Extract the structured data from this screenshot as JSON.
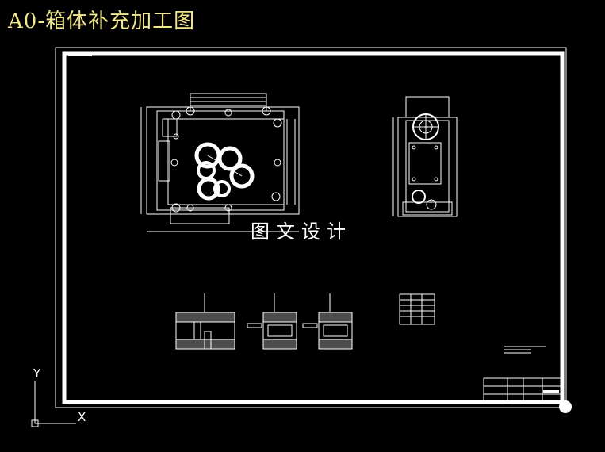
{
  "title": "A0-箱体补充加工图",
  "watermark": "图文设计",
  "ucs": {
    "x_label": "X",
    "y_label": "Y"
  },
  "colors": {
    "background": "#000000",
    "title": "#f0e68c",
    "lines": "#ffffff"
  }
}
